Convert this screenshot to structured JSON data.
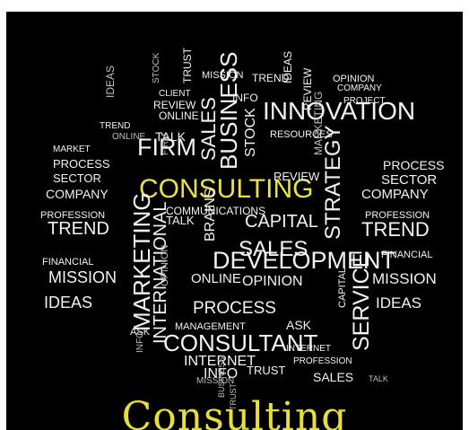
{
  "colors": {
    "background": "#000000",
    "highlight": "#e9e246",
    "text": "#f2f2f2",
    "muted": "#bfbfbf"
  },
  "words": [
    "CONSULTING",
    "INNOVATION",
    "DEVELOPMENT",
    "CONSULTANT",
    "MARKETING",
    "INTERNATIONAL",
    "BUSINESS",
    "STRATEGY",
    "SERVICE",
    "SALES",
    "FIRM",
    "TREND",
    "MISSION",
    "IDEAS",
    "COMPANY",
    "PROCESS",
    "SECTOR",
    "CAPITAL",
    "OPINION",
    "INTERNET",
    "INFO",
    "TALK",
    "STOCK",
    "REVIEW",
    "TRUST",
    "CLIENT",
    "BRAINS",
    "MANAGEMENT",
    "FINANCIAL",
    "PROFESSION",
    "COMMUNICATIONS",
    "RESOURCES",
    "ONLINE",
    "ASK",
    "PROJECT",
    "MARKET"
  ],
  "caption": "Consulting"
}
